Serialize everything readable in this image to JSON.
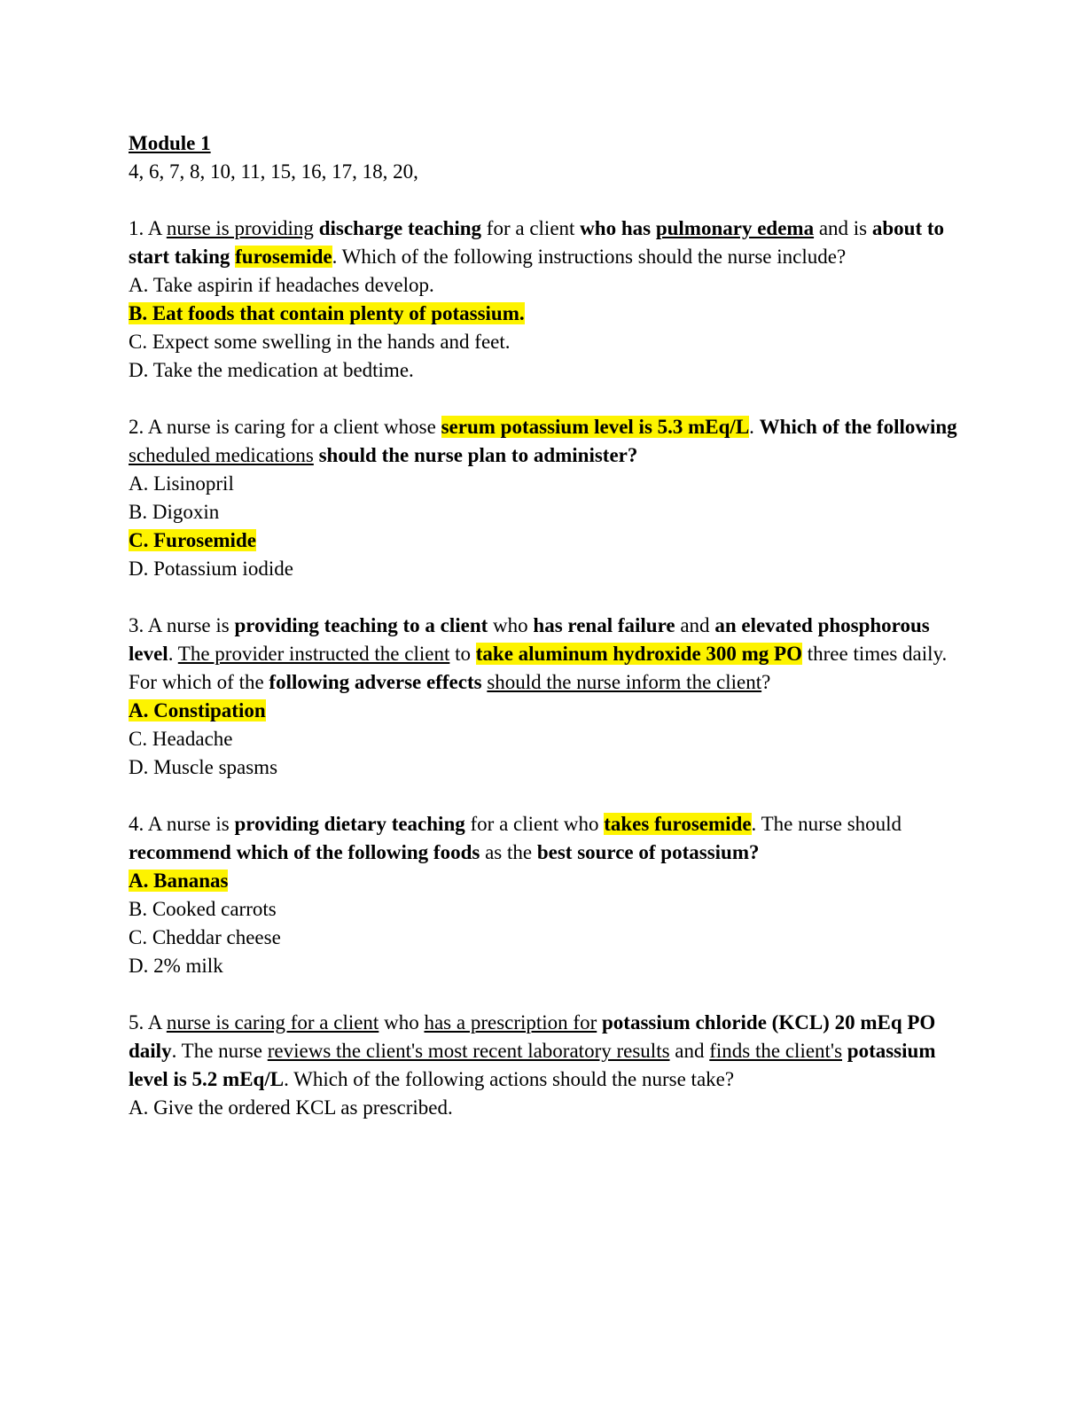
{
  "colors": {
    "highlight": "#fdf300",
    "text": "#000000",
    "page_background": "#ffffff"
  },
  "document": {
    "title": "Module 1",
    "blocks": [
      {
        "type": "heading",
        "name": "module-heading",
        "segments": [
          {
            "t": "Module 1",
            "b": true,
            "u": true
          }
        ]
      },
      {
        "type": "line",
        "name": "question-number-list",
        "segments": [
          {
            "t": "4, 6, 7, 8, 10, 11, 15, 16, 17, 18, 20,"
          }
        ]
      },
      {
        "type": "spacer",
        "name": "spacer"
      },
      {
        "type": "question",
        "name": "question-1-text",
        "segments": [
          {
            "t": "1. A "
          },
          {
            "t": "nurse is providing",
            "u": true
          },
          {
            "t": " "
          },
          {
            "t": "discharge teaching",
            "b": true
          },
          {
            "t": " for a client "
          },
          {
            "t": "who has ",
            "b": true
          },
          {
            "t": "pulmonary edema",
            "b": true,
            "u": true
          },
          {
            "t": " and is "
          },
          {
            "t": "about to start taking ",
            "b": true
          },
          {
            "t": "furosemide",
            "b": true,
            "h": true
          },
          {
            "t": ". Which of the following instructions should the nurse include?"
          }
        ]
      },
      {
        "type": "option",
        "name": "question-1-option-a",
        "segments": [
          {
            "t": "A. Take aspirin if headaches develop."
          }
        ]
      },
      {
        "type": "option",
        "name": "question-1-option-b",
        "segments": [
          {
            "t": "B. Eat foods that contain plenty of potassium.",
            "b": true,
            "h": true
          }
        ]
      },
      {
        "type": "option",
        "name": "question-1-option-c",
        "segments": [
          {
            "t": "C. Expect some swelling in the hands and feet."
          }
        ]
      },
      {
        "type": "option",
        "name": "question-1-option-d",
        "segments": [
          {
            "t": "D. Take the medication at bedtime."
          }
        ]
      },
      {
        "type": "spacer",
        "name": "spacer"
      },
      {
        "type": "question",
        "name": "question-2-text",
        "segments": [
          {
            "t": "2. A nurse is caring for a client whose "
          },
          {
            "t": "serum potassium level is 5.3 mEq/L",
            "b": true,
            "h": true
          },
          {
            "t": ". "
          },
          {
            "t": "Which of the following ",
            "b": true
          },
          {
            "t": "scheduled medications",
            "u": true
          },
          {
            "t": " should the nurse plan to administer?",
            "b": true
          }
        ]
      },
      {
        "type": "option",
        "name": "question-2-option-a",
        "segments": [
          {
            "t": "A. Lisinopril"
          }
        ]
      },
      {
        "type": "option",
        "name": "question-2-option-b",
        "segments": [
          {
            "t": "B. Digoxin"
          }
        ]
      },
      {
        "type": "option",
        "name": "question-2-option-c",
        "segments": [
          {
            "t": "C. Furosemide",
            "b": true,
            "h": true
          }
        ]
      },
      {
        "type": "option",
        "name": "question-2-option-d",
        "segments": [
          {
            "t": "D. Potassium iodide"
          }
        ]
      },
      {
        "type": "spacer",
        "name": "spacer"
      },
      {
        "type": "question",
        "name": "question-3-text",
        "segments": [
          {
            "t": "3. A nurse is "
          },
          {
            "t": "providing teaching to a client",
            "b": true
          },
          {
            "t": " who "
          },
          {
            "t": "has renal failure",
            "b": true
          },
          {
            "t": " and "
          },
          {
            "t": "an elevated phosphorous level",
            "b": true
          },
          {
            "t": ". "
          },
          {
            "t": "The provider instructed the client",
            "u": true
          },
          {
            "t": " to "
          },
          {
            "t": "take aluminum hydroxide 300 mg PO",
            "b": true,
            "h": true
          },
          {
            "t": " three times daily. For which of the "
          },
          {
            "t": "following adverse effects",
            "b": true
          },
          {
            "t": " "
          },
          {
            "t": "should the nurse inform the client",
            "u": true
          },
          {
            "t": "?"
          }
        ]
      },
      {
        "type": "option",
        "name": "question-3-option-a",
        "segments": [
          {
            "t": "A. Constipation",
            "b": true,
            "h": true
          }
        ]
      },
      {
        "type": "option",
        "name": "question-3-option-c",
        "segments": [
          {
            "t": "C. Headache"
          }
        ]
      },
      {
        "type": "option",
        "name": "question-3-option-d",
        "segments": [
          {
            "t": "D. Muscle spasms"
          }
        ]
      },
      {
        "type": "spacer",
        "name": "spacer"
      },
      {
        "type": "question",
        "name": "question-4-text",
        "segments": [
          {
            "t": "4. A nurse is "
          },
          {
            "t": "providing dietary teaching",
            "b": true
          },
          {
            "t": " for a client who "
          },
          {
            "t": "takes furosemide",
            "b": true,
            "h": true
          },
          {
            "t": ". The nurse should "
          },
          {
            "t": "recommend which of the following foods",
            "b": true
          },
          {
            "t": " as the "
          },
          {
            "t": "best source of potassium?",
            "b": true
          }
        ]
      },
      {
        "type": "option",
        "name": "question-4-option-a",
        "segments": [
          {
            "t": "A. Bananas",
            "b": true,
            "h": true
          }
        ]
      },
      {
        "type": "option",
        "name": "question-4-option-b",
        "segments": [
          {
            "t": "B. Cooked carrots"
          }
        ]
      },
      {
        "type": "option",
        "name": "question-4-option-c",
        "segments": [
          {
            "t": "C. Cheddar cheese"
          }
        ]
      },
      {
        "type": "option",
        "name": "question-4-option-d",
        "segments": [
          {
            "t": "D. 2% milk"
          }
        ]
      },
      {
        "type": "spacer",
        "name": "spacer"
      },
      {
        "type": "question",
        "name": "question-5-text",
        "segments": [
          {
            "t": "5. A "
          },
          {
            "t": "nurse is caring for a client",
            "u": true
          },
          {
            "t": " who "
          },
          {
            "t": "has a prescription for",
            "u": true
          },
          {
            "t": " "
          },
          {
            "t": "potassium chloride (KCL) 20 mEq PO daily",
            "b": true
          },
          {
            "t": ". The nurse "
          },
          {
            "t": "reviews the client's most recent laboratory results",
            "u": true
          },
          {
            "t": " and "
          },
          {
            "t": "finds the client's",
            "u": true
          },
          {
            "t": " "
          },
          {
            "t": "potassium level is 5.2 mEq/L",
            "b": true
          },
          {
            "t": ". Which of the following actions should the nurse take?"
          }
        ]
      },
      {
        "type": "option",
        "name": "question-5-option-a",
        "segments": [
          {
            "t": "A. Give the ordered KCL as prescribed."
          }
        ]
      }
    ]
  }
}
